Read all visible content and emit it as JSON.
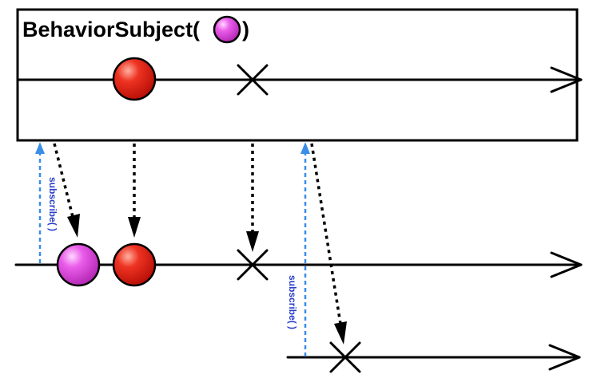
{
  "title": {
    "prefix": "BehaviorSubject(",
    "suffix": ")",
    "marble_icon": "magenta-marble-icon"
  },
  "subscribe_labels": [
    "subscribe( )",
    "subscribe( )"
  ],
  "colors": {
    "box_border": "#000000",
    "timeline": "#000000",
    "subscribe_arrow": "#3a8ee6",
    "subscribe_text": "#2a40c8",
    "red_marble": "#e8251a",
    "magenta_marble": "#e050e0"
  }
}
